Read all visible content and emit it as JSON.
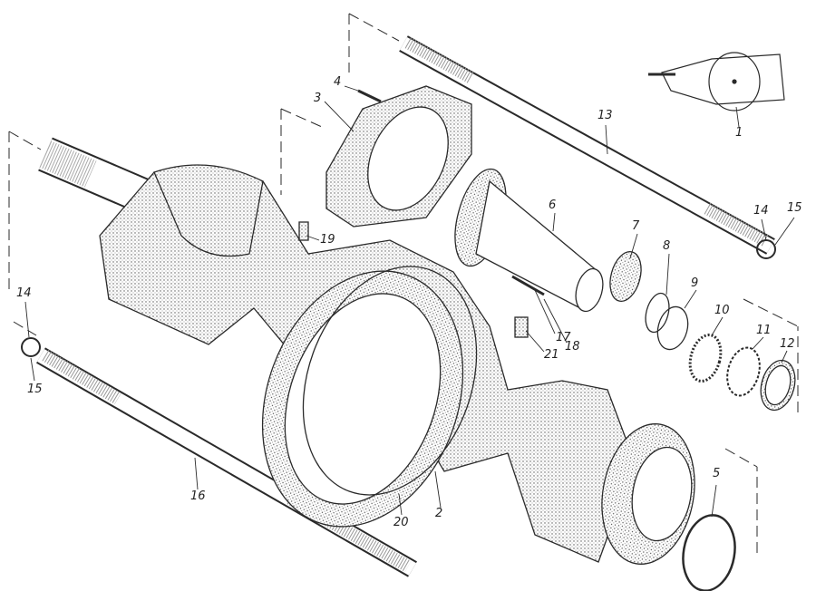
{
  "diagram": {
    "title": "Rear axle housing exploded view",
    "labels": {
      "p1": "1",
      "p2": "2",
      "p3": "3",
      "p4": "4",
      "p5": "5",
      "p6": "6",
      "p7": "7",
      "p8": "8",
      "p9": "9",
      "p10": "10",
      "p11": "11",
      "p12": "12",
      "p13": "13",
      "p14a": "14",
      "p14b": "14",
      "p15a": "15",
      "p15b": "15",
      "p16": "16",
      "p17": "17",
      "p18": "18",
      "p19": "19",
      "p20": "20",
      "p21": "21"
    },
    "colors": {
      "ink": "#2a2a2a",
      "paper": "#ffffff",
      "shade": "#bdbdbd"
    }
  }
}
